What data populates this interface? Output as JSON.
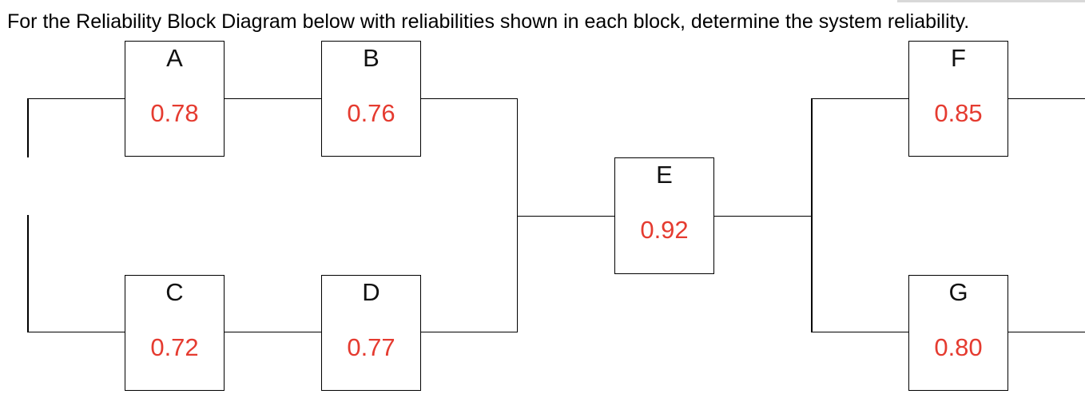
{
  "title": "For the Reliability Block Diagram below with reliabilities shown in each block, determine the system reliability.",
  "colors": {
    "line": "#000000",
    "block_border": "#000000",
    "block_label_text": "#111111",
    "reliability_value_text": "#e53b30",
    "top_artifact_line": "#d8d8d8"
  },
  "blocks": [
    {
      "label": "A",
      "reliability": "0.78"
    },
    {
      "label": "B",
      "reliability": "0.76"
    },
    {
      "label": "C",
      "reliability": "0.72"
    },
    {
      "label": "D",
      "reliability": "0.77"
    },
    {
      "label": "E",
      "reliability": "0.92"
    },
    {
      "label": "F",
      "reliability": "0.85"
    },
    {
      "label": "G",
      "reliability": "0.80"
    }
  ],
  "diagram": {
    "type": "reliability-block-diagram",
    "structure": "series( parallel( series(A,B), series(C,D) ), E, parallel(F,G) )"
  }
}
